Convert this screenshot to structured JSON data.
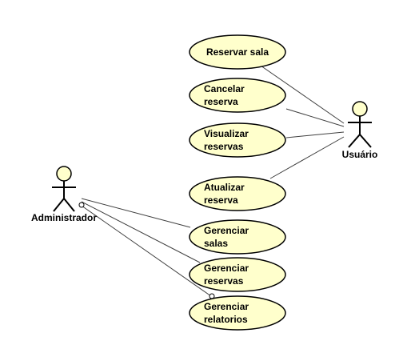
{
  "actors": [
    {
      "id": "usuario",
      "label": "Usuário"
    },
    {
      "id": "administrador",
      "label": "Administrador"
    }
  ],
  "use_cases": [
    {
      "id": "reservar",
      "lines": [
        "Reservar sala"
      ]
    },
    {
      "id": "cancelar",
      "lines": [
        "Cancelar",
        "reserva"
      ]
    },
    {
      "id": "visualizar",
      "lines": [
        "Visualizar",
        "reservas"
      ]
    },
    {
      "id": "atualizar",
      "lines": [
        "Atualizar",
        "reserva"
      ]
    },
    {
      "id": "ger_salas",
      "lines": [
        "Gerenciar",
        "salas"
      ]
    },
    {
      "id": "ger_reservas",
      "lines": [
        "Gerenciar",
        "reservas"
      ]
    },
    {
      "id": "ger_relatorios",
      "lines": [
        "Gerenciar",
        "relatorios"
      ]
    }
  ],
  "colors": {
    "use_case_fill": "#ffffcc",
    "actor_fill": "#ffffcc",
    "stroke": "#000000",
    "line": "#404040"
  }
}
